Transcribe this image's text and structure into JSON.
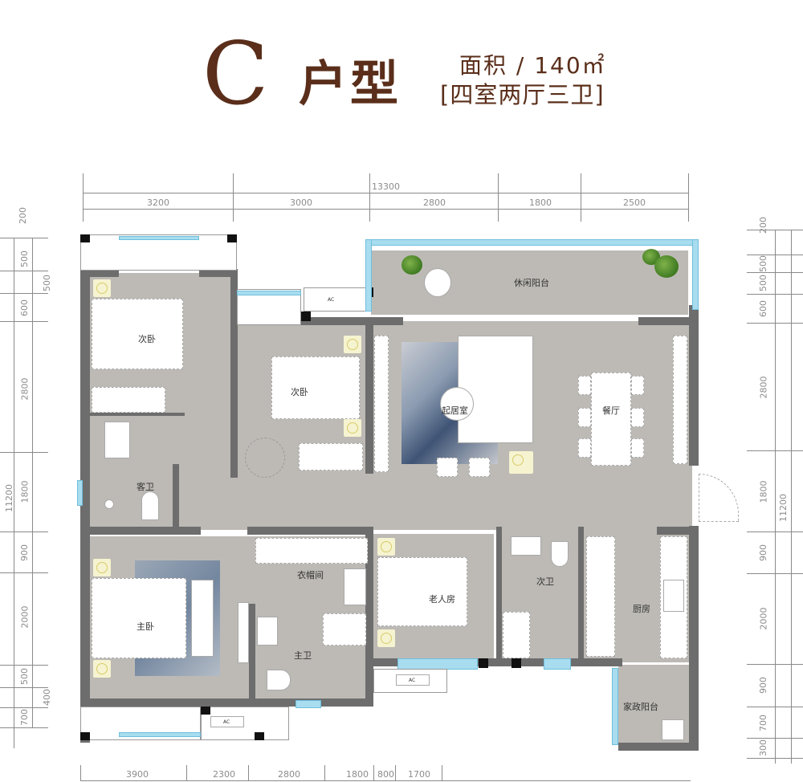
{
  "title": {
    "unit_letter": "C",
    "unit_type": "户型",
    "area": "面积 / 140㎡",
    "layout": "[四室两厅三卫]"
  },
  "dimensions": {
    "top_total": "13300",
    "top": [
      "3200",
      "3000",
      "2800",
      "1800",
      "2500"
    ],
    "bottom": [
      "3900",
      "2300",
      "2800",
      "1800",
      "800",
      "1700"
    ],
    "left_outer": [
      "200",
      "500",
      "600",
      "2800",
      "1800",
      "900",
      "2000",
      "500",
      "700"
    ],
    "left_inner": [
      "500",
      "400"
    ],
    "left_total": "11200",
    "right_outer": [
      "200",
      "500",
      "500",
      "600",
      "2800",
      "1800",
      "900",
      "2000",
      "900",
      "700",
      "300"
    ],
    "right_total": "11200"
  },
  "rooms": {
    "bedroom_2a": "次卧",
    "bedroom_2b": "次卧",
    "leisure_balcony": "休闲阳台",
    "living_room": "起居室",
    "dining_room": "餐厅",
    "guest_bath": "客卫",
    "master_bedroom": "主卧",
    "walk_in_closet": "衣帽间",
    "master_bath": "主卫",
    "elder_room": "老人房",
    "second_bath": "次卫",
    "kitchen": "厨房",
    "utility_balcony": "家政阳台"
  },
  "equipment": {
    "ac_top": "AC",
    "ac_bottom_left": "AC",
    "ac_bottom_mid": "AC"
  },
  "colors": {
    "title_brown": "#5a2e1a",
    "floor_gray": "#bdbab5",
    "wall_gray": "#6d6d6d",
    "window_blue": "#a8dcef"
  }
}
